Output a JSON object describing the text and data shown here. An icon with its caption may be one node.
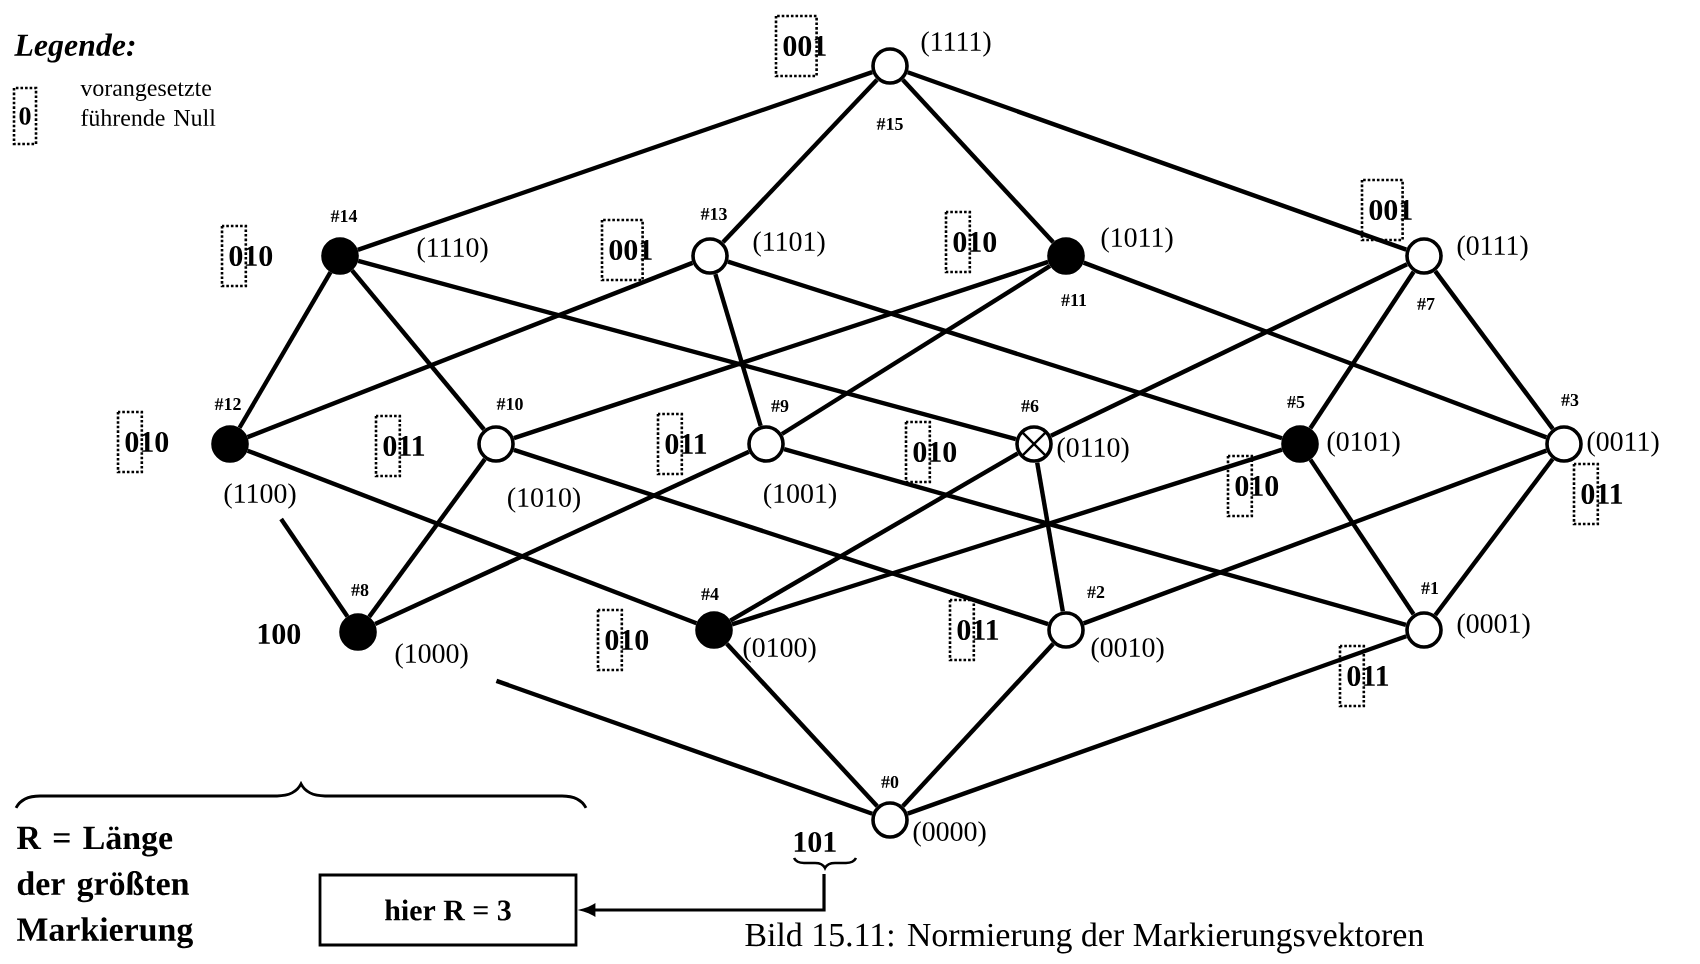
{
  "diagram": {
    "caption": "Bild 15.11: Normierung der Markierungsvektoren",
    "nodes": [
      {
        "text": [],
        "shape": "circle",
        "beside": [
          "#15",
          "(1111)",
          "001"
        ]
      },
      {
        "text": [],
        "shape": "circle",
        "beside": [
          "#14",
          "(1110)",
          "010"
        ]
      },
      {
        "text": [],
        "shape": "circle",
        "beside": [
          "#13",
          "(1101)",
          "001"
        ]
      },
      {
        "text": [],
        "shape": "circle",
        "beside": [
          "#11",
          "(1011)",
          "010"
        ]
      },
      {
        "text": [],
        "shape": "circle",
        "beside": [
          "#7",
          "(0111)",
          "001"
        ]
      },
      {
        "text": [],
        "shape": "circle",
        "beside": [
          "#12",
          "(1100)",
          "010"
        ]
      },
      {
        "text": [],
        "shape": "circle",
        "beside": [
          "#10",
          "(1010)",
          "011"
        ]
      },
      {
        "text": [],
        "shape": "circle",
        "beside": [
          "#9",
          "(1001)",
          "011"
        ]
      },
      {
        "text": [],
        "shape": "circle",
        "beside": [
          "#6",
          "(0110)",
          "010"
        ]
      },
      {
        "text": [],
        "shape": "circle",
        "beside": [
          "#5",
          "(0101)",
          "010"
        ]
      },
      {
        "text": [],
        "shape": "circle",
        "beside": [
          "#3",
          "(0011)",
          "011"
        ]
      },
      {
        "text": [],
        "shape": "circle",
        "beside": [
          "#8",
          "(1000)",
          "100"
        ]
      },
      {
        "text": [],
        "shape": "circle",
        "beside": [
          "#4",
          "(0100)",
          "010"
        ]
      },
      {
        "text": [],
        "shape": "circle",
        "beside": [
          "#2",
          "(0010)",
          "011"
        ]
      },
      {
        "text": [],
        "shape": "circle",
        "beside": [
          "#1",
          "(0001)",
          "011"
        ]
      },
      {
        "text": [],
        "shape": "circle",
        "beside": [
          "#0",
          "(0000)",
          "101"
        ]
      },
      {
        "text": [
          "hier  R = 3"
        ]
      }
    ],
    "edges": [
      {
        "from": 0,
        "to": 1,
        "arrow": "none"
      },
      {
        "from": 0,
        "to": 2,
        "arrow": "none"
      },
      {
        "from": 0,
        "to": 3,
        "arrow": "none"
      },
      {
        "from": 0,
        "to": 4,
        "arrow": "none"
      },
      {
        "from": 1,
        "to": 5,
        "arrow": "none"
      },
      {
        "from": 1,
        "to": 6,
        "arrow": "none"
      },
      {
        "from": 1,
        "to": 8,
        "arrow": "none"
      },
      {
        "from": 2,
        "to": 5,
        "arrow": "none"
      },
      {
        "from": 2,
        "to": 7,
        "arrow": "none"
      },
      {
        "from": 2,
        "to": 9,
        "arrow": "none"
      },
      {
        "from": 3,
        "to": 6,
        "arrow": "none"
      },
      {
        "from": 3,
        "to": 7,
        "arrow": "none"
      },
      {
        "from": 3,
        "to": 10,
        "arrow": "none"
      },
      {
        "from": 4,
        "to": 8,
        "arrow": "none"
      },
      {
        "from": 4,
        "to": 9,
        "arrow": "none"
      },
      {
        "from": 4,
        "to": 10,
        "arrow": "none"
      },
      {
        "from": 5,
        "to": 11,
        "arrow": "none"
      },
      {
        "from": 5,
        "to": 12,
        "arrow": "none"
      },
      {
        "from": 6,
        "to": 11,
        "arrow": "none"
      },
      {
        "from": 6,
        "to": 13,
        "arrow": "none"
      },
      {
        "from": 7,
        "to": 11,
        "arrow": "none"
      },
      {
        "from": 7,
        "to": 14,
        "arrow": "none"
      },
      {
        "from": 8,
        "to": 12,
        "arrow": "none"
      },
      {
        "from": 8,
        "to": 13,
        "arrow": "none"
      },
      {
        "from": 9,
        "to": 12,
        "arrow": "none"
      },
      {
        "from": 9,
        "to": 14,
        "arrow": "none"
      },
      {
        "from": 10,
        "to": 13,
        "arrow": "none"
      },
      {
        "from": 10,
        "to": 14,
        "arrow": "none"
      },
      {
        "from": 11,
        "to": 15,
        "arrow": "none"
      },
      {
        "from": 12,
        "to": 15,
        "arrow": "none"
      },
      {
        "from": 13,
        "to": 15,
        "arrow": "none"
      },
      {
        "from": 14,
        "to": 15,
        "arrow": "none"
      },
      {
        "from": 15,
        "to": 16,
        "arrow": "to"
      }
    ],
    "labels": [
      "Legende:",
      "0",
      "R = Länge der größten Markierung"
    ],
    "legend": [
      {
        "text": "vorangesetzte führende Null"
      }
    ]
  }
}
